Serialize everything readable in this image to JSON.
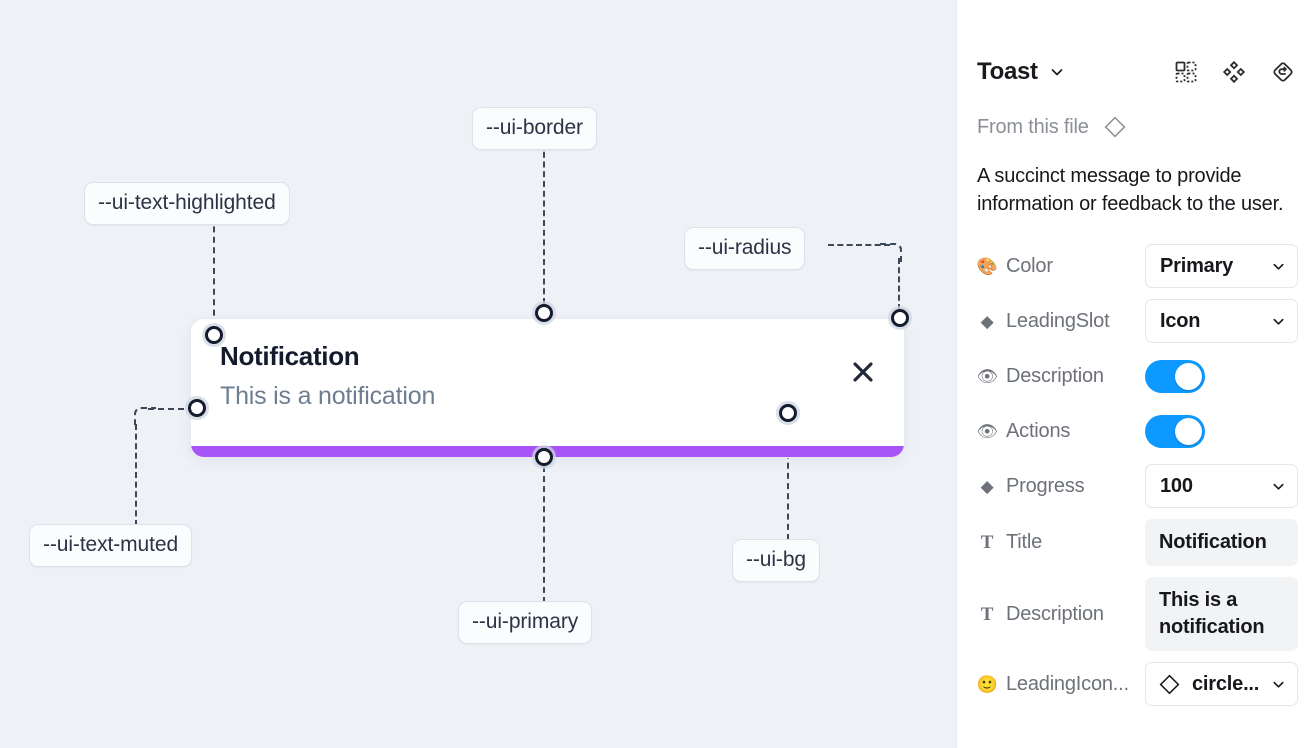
{
  "canvas": {
    "background_color": "#eef1f6",
    "annotations": [
      {
        "id": "ui-text-highlighted",
        "label": "--ui-text-highlighted"
      },
      {
        "id": "ui-border",
        "label": "--ui-border"
      },
      {
        "id": "ui-radius",
        "label": "--ui-radius"
      },
      {
        "id": "ui-text-muted",
        "label": "--ui-text-muted"
      },
      {
        "id": "ui-primary",
        "label": "--ui-primary"
      },
      {
        "id": "ui-bg",
        "label": "--ui-bg"
      }
    ],
    "toast": {
      "title": "Notification",
      "description": "This is a notification",
      "close_icon": "close-x-icon",
      "progress_color": "#a855f7",
      "background_color": "#ffffff",
      "title_color": "#141b2d",
      "description_color": "#6f7d93"
    }
  },
  "panel": {
    "title": "Toast",
    "title_chevron_icon": "chevron-down-icon",
    "header_icons": [
      {
        "name": "component-grid-icon"
      },
      {
        "name": "component-set-icon"
      },
      {
        "name": "reset-instance-icon"
      }
    ],
    "from_file": {
      "label": "From this file",
      "icon": "diamond-outline-icon"
    },
    "description": "A succinct message to provide information or feedback to the user.",
    "accent_color": "#0d99ff",
    "properties": [
      {
        "icon": "palette-emoji-icon",
        "icon_glyph": "🎨",
        "label": "Color",
        "control": "select",
        "value": "Primary"
      },
      {
        "icon": "diamond-filled-icon",
        "icon_glyph": "◆",
        "label": "LeadingSlot",
        "control": "select",
        "value": "Icon"
      },
      {
        "icon": "eye-emoji-icon",
        "icon_glyph": "👁",
        "label": "Description",
        "control": "toggle",
        "value": "on"
      },
      {
        "icon": "eye-emoji-icon",
        "icon_glyph": "👁",
        "label": "Actions",
        "control": "toggle",
        "value": "on"
      },
      {
        "icon": "diamond-filled-icon",
        "icon_glyph": "◆",
        "label": "Progress",
        "control": "select",
        "value": "100"
      },
      {
        "icon": "text-type-icon",
        "icon_glyph": "T",
        "label": "Title",
        "control": "text",
        "value": "Notification"
      },
      {
        "icon": "text-type-icon",
        "icon_glyph": "T",
        "label": "Description",
        "control": "text",
        "value": "This is a notification"
      },
      {
        "icon": "smiley-emoji-icon",
        "icon_glyph": "🙂",
        "label": "LeadingIcon...",
        "control": "icon-select",
        "value": "circle..."
      }
    ]
  }
}
